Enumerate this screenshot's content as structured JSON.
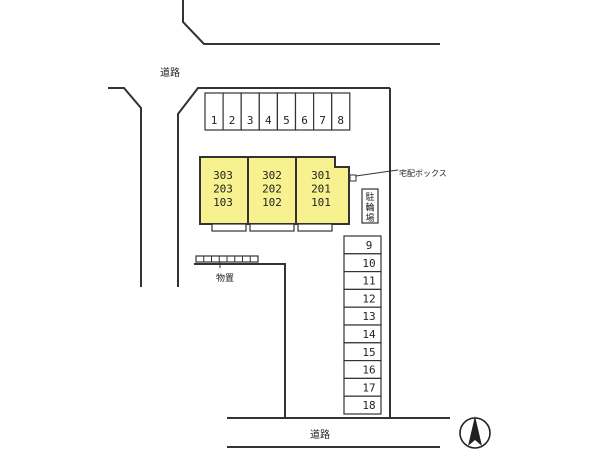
{
  "map": {
    "road_label_top": "道路",
    "road_label_bottom": "道路",
    "delivery_box_label": "宅配ボックス",
    "bicycle_parking_label": "駐輪場",
    "storage_label": "物置",
    "units": [
      {
        "rooms": [
          "303",
          "203",
          "103"
        ]
      },
      {
        "rooms": [
          "302",
          "202",
          "102"
        ]
      },
      {
        "rooms": [
          "301",
          "201",
          "101"
        ]
      }
    ],
    "parking_top": [
      "1",
      "2",
      "3",
      "4",
      "5",
      "6",
      "7",
      "8"
    ],
    "parking_right": [
      "9",
      "10",
      "11",
      "12",
      "13",
      "14",
      "15",
      "16",
      "17",
      "18"
    ],
    "colors": {
      "building_fill": "#f7f28f",
      "line": "#333333"
    }
  }
}
